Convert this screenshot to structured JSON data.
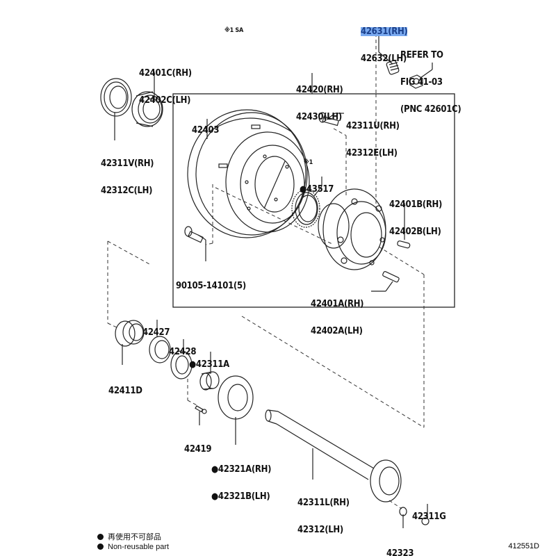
{
  "diagram": {
    "header_note": "※1 SA",
    "figure_id": "412551D",
    "legend": [
      {
        "symbol": "●",
        "text": "再使用不可部品"
      },
      {
        "symbol": "●",
        "text": "Non-reusable part"
      }
    ],
    "labels": {
      "hub_bolt_top": [
        "42631(RH)",
        "42632(LH)"
      ],
      "refer": [
        "REFER TO",
        "FIG 41-03",
        "(PNC 42601C)"
      ],
      "bearing_outer": [
        "42401C(RH)",
        "42402C(LH)"
      ],
      "oil_seal": [
        "42311V(RH)",
        "42312C(LH)"
      ],
      "drum_assy": [
        "42420(RH)",
        "42430(LH)"
      ],
      "drum": [
        "42403"
      ],
      "hub_bolt_u": [
        "42311U(RH)",
        "42312E(LH)"
      ],
      "sensor_rotor_note": "※1",
      "sensor_rotor": [
        "●43517"
      ],
      "pin_b": [
        "42401B(RH)",
        "42402B(LH)"
      ],
      "screw": [
        "90105-14101(5)"
      ],
      "stud_a": [
        "42401A(RH)",
        "42402A(LH)"
      ],
      "retainer_42427": [
        "42427"
      ],
      "washer_42428": [
        "42428"
      ],
      "oil_seal_a": [
        "●42311A"
      ],
      "bearing_d": [
        "42411D"
      ],
      "bolt_42419": [
        "42419"
      ],
      "gasket": [
        "●42321A(RH)",
        "●42321B(LH)"
      ],
      "axle_shaft": [
        "42311L(RH)",
        "42312(LH)"
      ],
      "nut_g": [
        "42311G"
      ],
      "washer_42323": [
        "42323"
      ]
    },
    "highlight_color": "#7aaaf0"
  }
}
